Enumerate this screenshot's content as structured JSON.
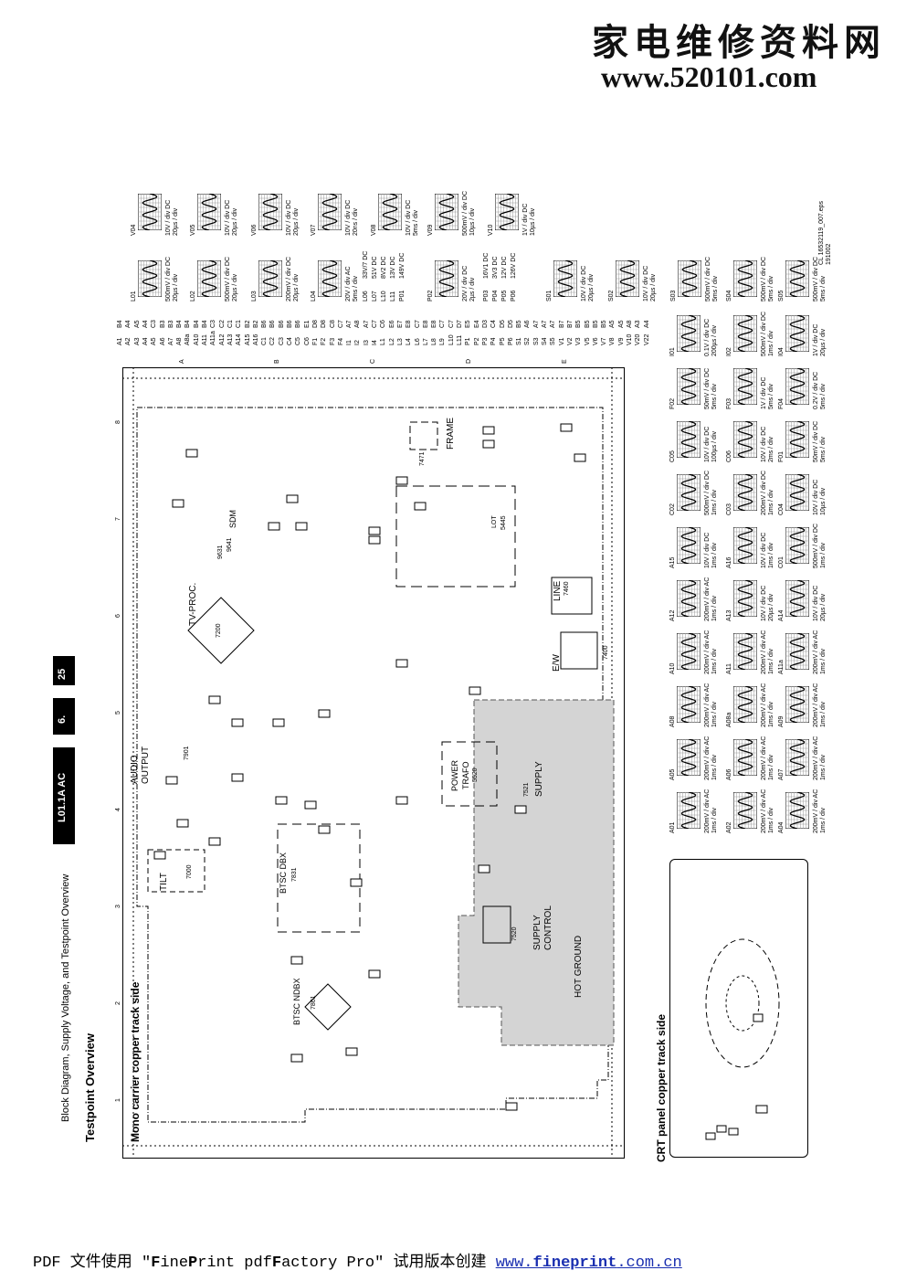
{
  "watermark": {
    "title": "家电维修资料网",
    "url": "www.520101.com"
  },
  "header": {
    "section_title": "Block Diagram, Supply Voltage, and Testpoint Overview",
    "model": "L01.1A AC",
    "chapter": "6.",
    "page": "25",
    "subtitle": "Testpoint Overview"
  },
  "board": {
    "title": "Mono carrier copper track side",
    "labels": {
      "tilt": "TILT",
      "audio": "AUDIO",
      "output": "OUTPUT",
      "btsc_dbx": "BTSC DBX",
      "btsc_ndbx": "BTSC NDBX",
      "tv_proc": "TV-PROC.",
      "sdm": "SDM",
      "power": "POWER",
      "trafo": "TRAFO",
      "supply": "SUPPLY",
      "supply2": "SUPPLY",
      "control": "CONTROL",
      "hot_ground": "HOT GROUND",
      "line": "LINE",
      "ew": "E/W",
      "frame": "FRAME",
      "lot": "LOT"
    },
    "parts": [
      "7000",
      "7901",
      "7831",
      "7861",
      "7200",
      "9631",
      "9641",
      "5520",
      "7521",
      "7520",
      "7460",
      "7400",
      "7471",
      "5445"
    ],
    "grid_cols": [
      "1",
      "2",
      "3",
      "4",
      "5",
      "6",
      "7",
      "8"
    ],
    "grid_rows": [
      "A",
      "B",
      "C",
      "D",
      "E"
    ]
  },
  "crt_panel": {
    "title": "CRT panel copper track side"
  },
  "index": [
    [
      "A1",
      "B4"
    ],
    [
      "A2",
      "A4"
    ],
    [
      "A3",
      "A5"
    ],
    [
      "A4",
      "A4"
    ],
    [
      "A5",
      "C3"
    ],
    [
      "A6",
      "B3"
    ],
    [
      "A7",
      "B3"
    ],
    [
      "A8",
      "B4"
    ],
    [
      "A8a",
      "B4"
    ],
    [
      "A10",
      "B4"
    ],
    [
      "A11",
      "B4"
    ],
    [
      "A11a",
      "C3"
    ],
    [
      "A12",
      "C2"
    ],
    [
      "A13",
      "C1"
    ],
    [
      "A14",
      "C1"
    ],
    [
      "A15",
      "B2"
    ],
    [
      "A16",
      "B2"
    ],
    [
      "C1",
      "B6"
    ],
    [
      "C2",
      "B6"
    ],
    [
      "C3",
      "B6"
    ],
    [
      "C4",
      "B6"
    ],
    [
      "C5",
      "B6"
    ],
    [
      "C6",
      "E1"
    ],
    [
      "F1",
      "D8"
    ],
    [
      "F2",
      "D8"
    ],
    [
      "F3",
      "C8"
    ],
    [
      "F4",
      "C7"
    ],
    [
      "I1",
      "A7"
    ],
    [
      "I2",
      "A8"
    ],
    [
      "I3",
      "A7"
    ],
    [
      "I4",
      "C7"
    ],
    [
      "L1",
      "C6"
    ],
    [
      "L2",
      "E6"
    ],
    [
      "L3",
      "E7"
    ],
    [
      "L4",
      "E8"
    ],
    [
      "L6",
      "C7"
    ],
    [
      "L7",
      "E8"
    ],
    [
      "L8",
      "E8"
    ],
    [
      "L9",
      "C7"
    ],
    [
      "L10",
      "C7"
    ],
    [
      "L11",
      "D7"
    ],
    [
      "P1",
      "E5"
    ],
    [
      "P2",
      "E4"
    ],
    [
      "P3",
      "D3"
    ],
    [
      "P4",
      "C4"
    ],
    [
      "P5",
      "D5"
    ],
    [
      "P6",
      "D5"
    ],
    [
      "S1",
      "B5"
    ],
    [
      "S2",
      "A6"
    ],
    [
      "S3",
      "A7"
    ],
    [
      "S4",
      "A7"
    ],
    [
      "S5",
      "A7"
    ],
    [
      "V1",
      "B7"
    ],
    [
      "V2",
      "B7"
    ],
    [
      "V3",
      "B5"
    ],
    [
      "V5",
      "B5"
    ],
    [
      "V6",
      "B5"
    ],
    [
      "V7",
      "B5"
    ],
    [
      "V8",
      "A5"
    ],
    [
      "V9",
      "A5"
    ],
    [
      "V10",
      "A8"
    ],
    [
      "V20",
      "A3"
    ],
    [
      "V22",
      "A4"
    ]
  ],
  "supply_voltages": [
    [
      "L06",
      "33V/7 DC"
    ],
    [
      "L07",
      "51V DC"
    ],
    [
      "L10",
      "8V2 DC"
    ],
    [
      "L11",
      "13V DC"
    ],
    [
      "P01",
      "149V DC"
    ],
    [
      "P03",
      "16V1 DC"
    ],
    [
      "P04",
      "3V3 DC"
    ],
    [
      "P05",
      "12V DC"
    ],
    [
      "P06",
      "126V DC"
    ]
  ],
  "scope_top": [
    {
      "id": "L01",
      "scale": "500mV / div DC",
      "time": "20µs / div"
    },
    {
      "id": "L02",
      "scale": "500mV / div DC",
      "time": "20µs / div"
    },
    {
      "id": "L03",
      "scale": "200mV / div DC",
      "time": "20µs / div"
    },
    {
      "id": "L04",
      "scale": "20V / div AC",
      "time": "5ms / div"
    },
    {
      "id": "P02",
      "scale": "20V / div DC",
      "time": "2µs / div"
    },
    {
      "id": "S01",
      "scale": "10V / div DC",
      "time": "20µs / div"
    },
    {
      "id": "S02",
      "scale": "10V / div DC",
      "time": "20µs / div"
    },
    {
      "id": "S03",
      "scale": "500mV / div DC",
      "time": "5ms / div"
    },
    {
      "id": "S04",
      "scale": "500mV / div DC",
      "time": "5ms / div"
    },
    {
      "id": "S05",
      "scale": "500mV / div DC",
      "time": "5ms / div"
    }
  ],
  "scope_right": [
    {
      "id": "V04",
      "scale": "10V / div DC",
      "time": "20µs / div"
    },
    {
      "id": "V05",
      "scale": "10V / div DC",
      "time": "20µs / div"
    },
    {
      "id": "V06",
      "scale": "10V / div DC",
      "time": "20µs / div"
    },
    {
      "id": "V07",
      "scale": "10V / div DC",
      "time": "20ns / div"
    },
    {
      "id": "V08",
      "scale": "10V / div DC",
      "time": "5ms / div"
    },
    {
      "id": "V09",
      "scale": "500mV / div DC",
      "time": "10µs / div"
    },
    {
      "id": "V10",
      "scale": "1V / div DC",
      "time": "10µs / div"
    }
  ],
  "scope_grid": [
    [
      {
        "id": "I01",
        "scale": "0.1V / div DC",
        "time": "200µs / div"
      },
      {
        "id": "I02",
        "scale": "500mV / div DC",
        "time": "1ms / div"
      },
      {
        "id": "I04",
        "scale": "1V / div DC",
        "time": "20µs / div"
      }
    ],
    [
      {
        "id": "F02",
        "scale": "50mV / div DC",
        "time": "5ms / div"
      },
      {
        "id": "F03",
        "scale": "1V / div DC",
        "time": "5ms / div"
      },
      {
        "id": "F04",
        "scale": "0.2V / div DC",
        "time": "5ms / div"
      }
    ],
    [
      {
        "id": "C05",
        "scale": "10V / div DC",
        "time": "100µs / div"
      },
      {
        "id": "C06",
        "scale": "10V / div DC",
        "time": "2ms / div"
      },
      {
        "id": "F01",
        "scale": "50mV / div DC",
        "time": "5ms / div"
      }
    ],
    [
      {
        "id": "C02",
        "scale": "500mV / div DC",
        "time": "1ms / div"
      },
      {
        "id": "C03",
        "scale": "200mV / div DC",
        "time": "1ms / div"
      },
      {
        "id": "C04",
        "scale": "10V / div DC",
        "time": "10µs / div"
      }
    ],
    [
      {
        "id": "A15",
        "scale": "10V / div DC",
        "time": "1ms / div"
      },
      {
        "id": "A16",
        "scale": "10V / div DC",
        "time": "1ms / div"
      },
      {
        "id": "C01",
        "scale": "500mV / div DC",
        "time": "1ms / div"
      }
    ],
    [
      {
        "id": "A12",
        "scale": "200mV / div AC",
        "time": "1ms / div"
      },
      {
        "id": "A13",
        "scale": "10V / div DC",
        "time": "20µs / div"
      },
      {
        "id": "A14",
        "scale": "10V / div DC",
        "time": "20µs / div"
      }
    ],
    [
      {
        "id": "A10",
        "scale": "200mV / div AC",
        "time": "1ms / div"
      },
      {
        "id": "A11",
        "scale": "200mV / div AC",
        "time": "1ms / div"
      },
      {
        "id": "A11a",
        "scale": "200mV / div AC",
        "time": "1ms / div"
      }
    ],
    [
      {
        "id": "A08",
        "scale": "200mV / div AC",
        "time": "1ms / div"
      },
      {
        "id": "A08a",
        "scale": "200mV / div AC",
        "time": "1ms / div"
      },
      {
        "id": "A09",
        "scale": "200mV / div AC",
        "time": "1ms / div"
      }
    ],
    [
      {
        "id": "A05",
        "scale": "200mV / div AC",
        "time": "1ms / div"
      },
      {
        "id": "A06",
        "scale": "200mV / div AC",
        "time": "1ms / div"
      },
      {
        "id": "A07",
        "scale": "200mV / div AC",
        "time": "1ms / div"
      }
    ],
    [
      {
        "id": "A01",
        "scale": "200mV / div AC",
        "time": "1ms / div"
      },
      {
        "id": "A02",
        "scale": "200mV / div AC",
        "time": "1ms / div"
      },
      {
        "id": "A04",
        "scale": "200mV / div AC",
        "time": "1ms / div"
      }
    ]
  ],
  "doc_ref": "CL 16532119_007.eps",
  "doc_date": "191002",
  "footer": {
    "prefix": "PDF 文件使用 \"",
    "f1": "F",
    "t1": "ine",
    "p1": "P",
    "t2": "rint pdf",
    "f2": "F",
    "t3": "actory Pro\" 试用版本创建 ",
    "link_a": "www.",
    "link_b": "fineprint",
    "link_c": ".com.cn"
  }
}
